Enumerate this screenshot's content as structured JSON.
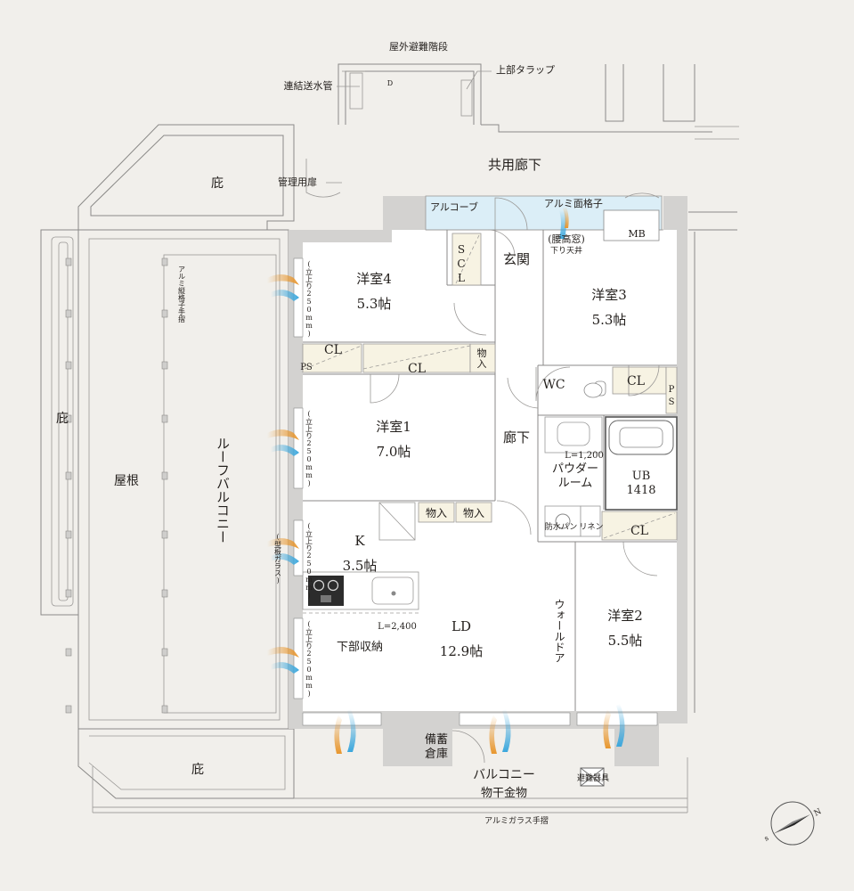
{
  "labels": {
    "emergency_stair": "屋外避難階段",
    "connecting_pipe": "連結送水管",
    "upper_ramp": "上部タラップ",
    "d_mark": "D",
    "eave_top": "庇",
    "mgmt_door": "管理用扉",
    "common_corridor": "共用廊下",
    "alcove": "アルコーブ",
    "alu_lattice": "アルミ面格子",
    "waist_window": "(腰高窓)",
    "lowered_ceiling": "下り天井",
    "mb": "MB",
    "scl_s": "S",
    "scl_c": "C",
    "scl_l": "L",
    "entrance": "玄関",
    "room4_name": "洋室4",
    "room4_size": "5.3帖",
    "room3_name": "洋室3",
    "room3_size": "5.3帖",
    "cl_room4": "CL",
    "ps_left": "PS",
    "cl_room1": "CL",
    "storage_1": "物入",
    "wc": "WC",
    "cl_room3": "CL",
    "ps_right_p": "P",
    "ps_right_s": "S",
    "room1_name": "洋室1",
    "room1_size": "7.0帖",
    "hallway": "廊下",
    "powder_room_1": "パウダー",
    "powder_room_2": "ルーム",
    "vanity_length": "L=1,200",
    "ub": "UB",
    "ub_size": "1418",
    "storage_2": "物入",
    "storage_3": "物入",
    "waterproof_pan": "防水パン",
    "linen": "リネン",
    "cl_room2": "CL",
    "kitchen_name": "K",
    "kitchen_size": "3.5帖",
    "counter_length": "L=2,400",
    "lower_storage": "下部収納",
    "ld_name": "LD",
    "ld_size": "12.9帖",
    "wall_door": "ウォールドア",
    "room2_name": "洋室2",
    "room2_size": "5.5帖",
    "storage_shed_1": "備蓄",
    "storage_shed_2": "倉庫",
    "balcony": "バルコニー",
    "clothes_dryer": "物干金物",
    "evac_equipment": "避難器具",
    "alu_glass_rail": "アルミガラス手摺",
    "eave_left": "庇",
    "roof": "屋根",
    "roof_balcony": "ルーフバルコニー",
    "alu_vertical_rail": "アルミ縦格子手摺",
    "eave_bottom": "庇",
    "window_note_1": "(立上り250mm)",
    "window_note_2": "(立上り250mm)",
    "window_note_3": "(立上り250mm)",
    "window_note_4": "(立上り250mm)",
    "frosted_glass": "(型板ガラス)"
  },
  "colors": {
    "wall": "#d3d2d0",
    "floor": "#ffffff",
    "background": "#f1efeb",
    "closet": "#f7f3e3",
    "alcove": "#dbeef7",
    "airflow_orange": "#e8962d",
    "airflow_blue": "#3aa7dd"
  },
  "compass": {
    "label": "N"
  }
}
